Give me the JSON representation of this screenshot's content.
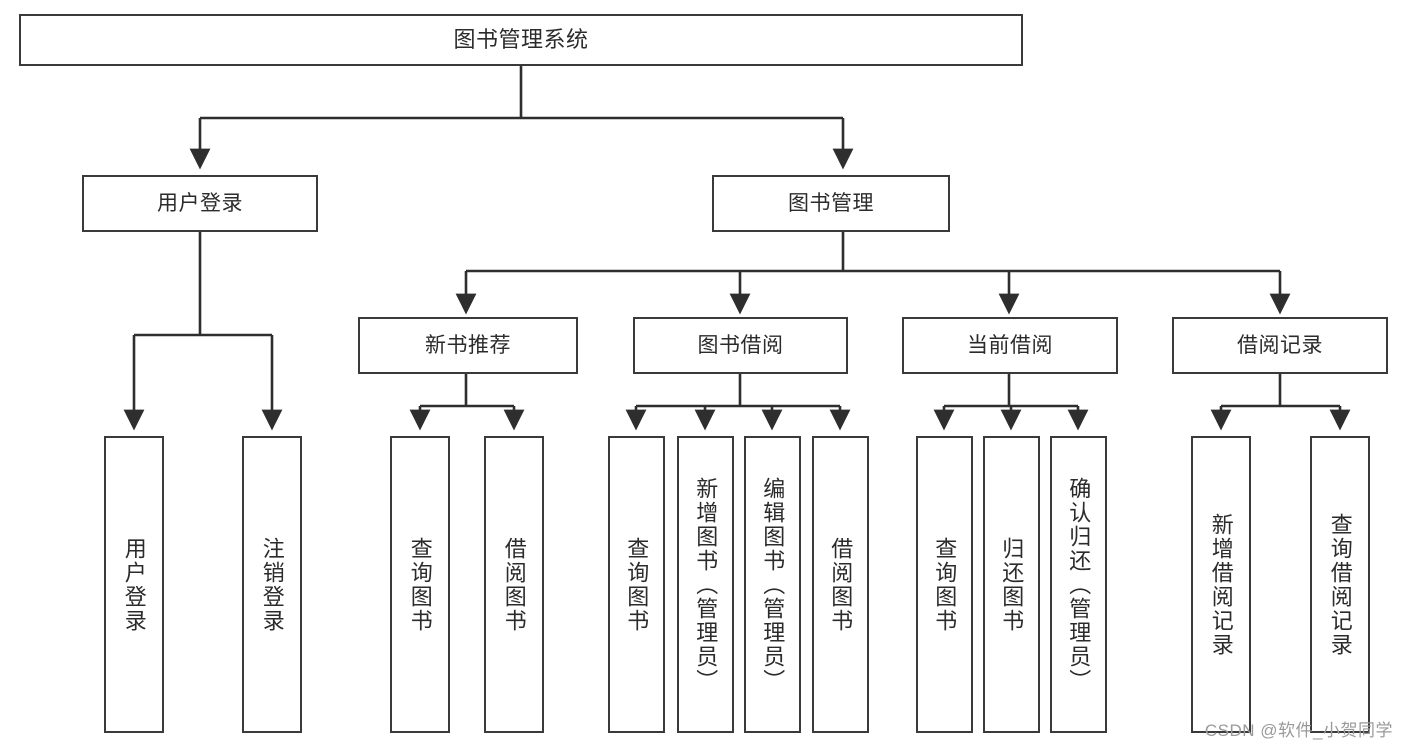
{
  "diagram": {
    "type": "tree-hierarchy",
    "title": "图书管理系统",
    "watermark": "CSDN @软件_小贺同学",
    "colors": {
      "stroke": "#3a3a3a",
      "fill": "#ffffff",
      "text": "#2b2b2b",
      "watermark": "#9a9a9a"
    },
    "levels": {
      "root": {
        "label": "图书管理系统"
      },
      "level2": [
        {
          "label": "用户登录"
        },
        {
          "label": "图书管理"
        }
      ],
      "level3": [
        {
          "label": "新书推荐"
        },
        {
          "label": "图书借阅"
        },
        {
          "label": "当前借阅"
        },
        {
          "label": "借阅记录"
        }
      ]
    },
    "leaves": {
      "user_login": [
        {
          "label": "用户登录"
        },
        {
          "label": "注销登录"
        }
      ],
      "new_book_recommend": [
        {
          "label": "查询图书"
        },
        {
          "label": "借阅图书"
        }
      ],
      "book_borrow": [
        {
          "label": "查询图书"
        },
        {
          "label": "新增图书（管理员）"
        },
        {
          "label": "编辑图书（管理员）"
        },
        {
          "label": "借阅图书"
        }
      ],
      "current_borrow": [
        {
          "label": "查询图书"
        },
        {
          "label": "归还图书"
        },
        {
          "label": "确认归还（管理员）"
        }
      ],
      "borrow_record": [
        {
          "label": "新增借阅记录"
        },
        {
          "label": "查询借阅记录"
        }
      ]
    }
  }
}
